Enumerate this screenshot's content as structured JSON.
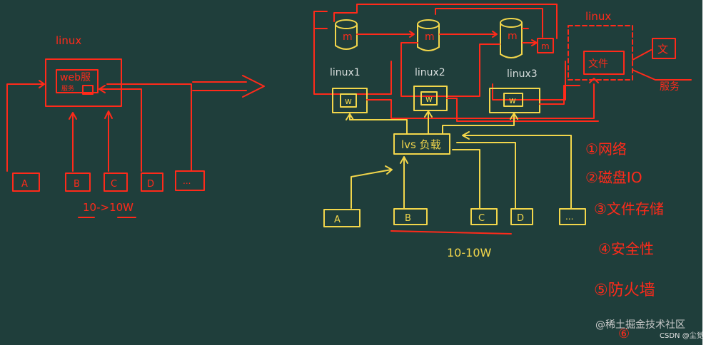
{
  "left": {
    "server_title": "linux",
    "web_label": "web服",
    "web_sub": "服务",
    "clients": [
      "A",
      "B",
      "C",
      "D",
      "..."
    ],
    "scale": "10->10W"
  },
  "arrow": "⟹",
  "right": {
    "db_labels": [
      "m",
      "m",
      "m"
    ],
    "host_labels": [
      "linux1",
      "linux2",
      "linux3"
    ],
    "web_labels": [
      "w",
      "w",
      "w"
    ],
    "small_box": "m",
    "linux_title": "linux",
    "file_label": "文件",
    "file_side": "文",
    "file_service": "服务",
    "lb_label": "lvs 负载",
    "clients": [
      "A",
      "B",
      "C",
      "D",
      "..."
    ],
    "scale": "10-10W"
  },
  "notes": [
    "①网络",
    "②磁盘IO",
    "③文件存储",
    "④安全性",
    "⑤防火墙",
    "⑥"
  ],
  "watermark": "@稀土掘金技术社区",
  "credit": "CSDN @尘觉",
  "colors": {
    "board": "#1f3e3b",
    "red": "#ff2a1a",
    "yellow": "#f2d64b"
  }
}
